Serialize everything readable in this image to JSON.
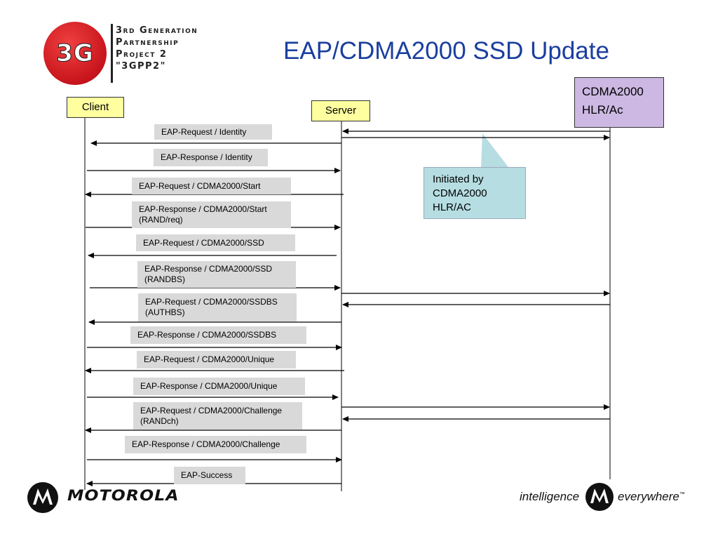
{
  "logo": {
    "mark": "3G",
    "lines": [
      "3rd Generation",
      "Partnership",
      "Project 2",
      "\"3GPP2\""
    ]
  },
  "title": "EAP/CDMA2000 SSD Update",
  "entities": {
    "client": "Client",
    "server": "Server",
    "hlr_line1": "CDMA2000",
    "hlr_line2": "HLR/Ac"
  },
  "callout": {
    "lines": [
      "Initiated by",
      "CDMA2000",
      "HLR/AC"
    ]
  },
  "messages": [
    {
      "line1": "EAP-Request / Identity",
      "line2": ""
    },
    {
      "line1": "EAP-Response / Identity",
      "line2": ""
    },
    {
      "line1": "EAP-Request / CDMA2000/Start",
      "line2": ""
    },
    {
      "line1": "EAP-Response / CDMA2000/Start",
      "line2": "(RAND/req)"
    },
    {
      "line1": "EAP-Request / CDMA2000/SSD",
      "line2": ""
    },
    {
      "line1": "EAP-Response / CDMA2000/SSD",
      "line2": "(RANDBS)"
    },
    {
      "line1": "EAP-Request / CDMA2000/SSDBS",
      "line2": "(AUTHBS)"
    },
    {
      "line1": "EAP-Response / CDMA2000/SSDBS",
      "line2": ""
    },
    {
      "line1": "EAP-Request / CDMA2000/Unique",
      "line2": ""
    },
    {
      "line1": "EAP-Response / CDMA2000/Unique",
      "line2": ""
    },
    {
      "line1": "EAP-Request / CDMA2000/Challenge",
      "line2": "(RANDch)"
    },
    {
      "line1": "EAP-Response / CDMA2000/Challenge",
      "line2": ""
    },
    {
      "line1": "EAP-Success",
      "line2": ""
    }
  ],
  "footer": {
    "brand": "MOTOROLA",
    "tagline_left": "intelligence",
    "tagline_right": "everywhere",
    "trademark": "™"
  },
  "colors": {
    "title": "#1b3f9f",
    "entity_box": "#ffffa0",
    "hlr_box": "#ccb8e2",
    "callout": "#b6dde2",
    "message_label": "#d9d9d9"
  },
  "icons": [
    "motorola-batwing-logo"
  ]
}
